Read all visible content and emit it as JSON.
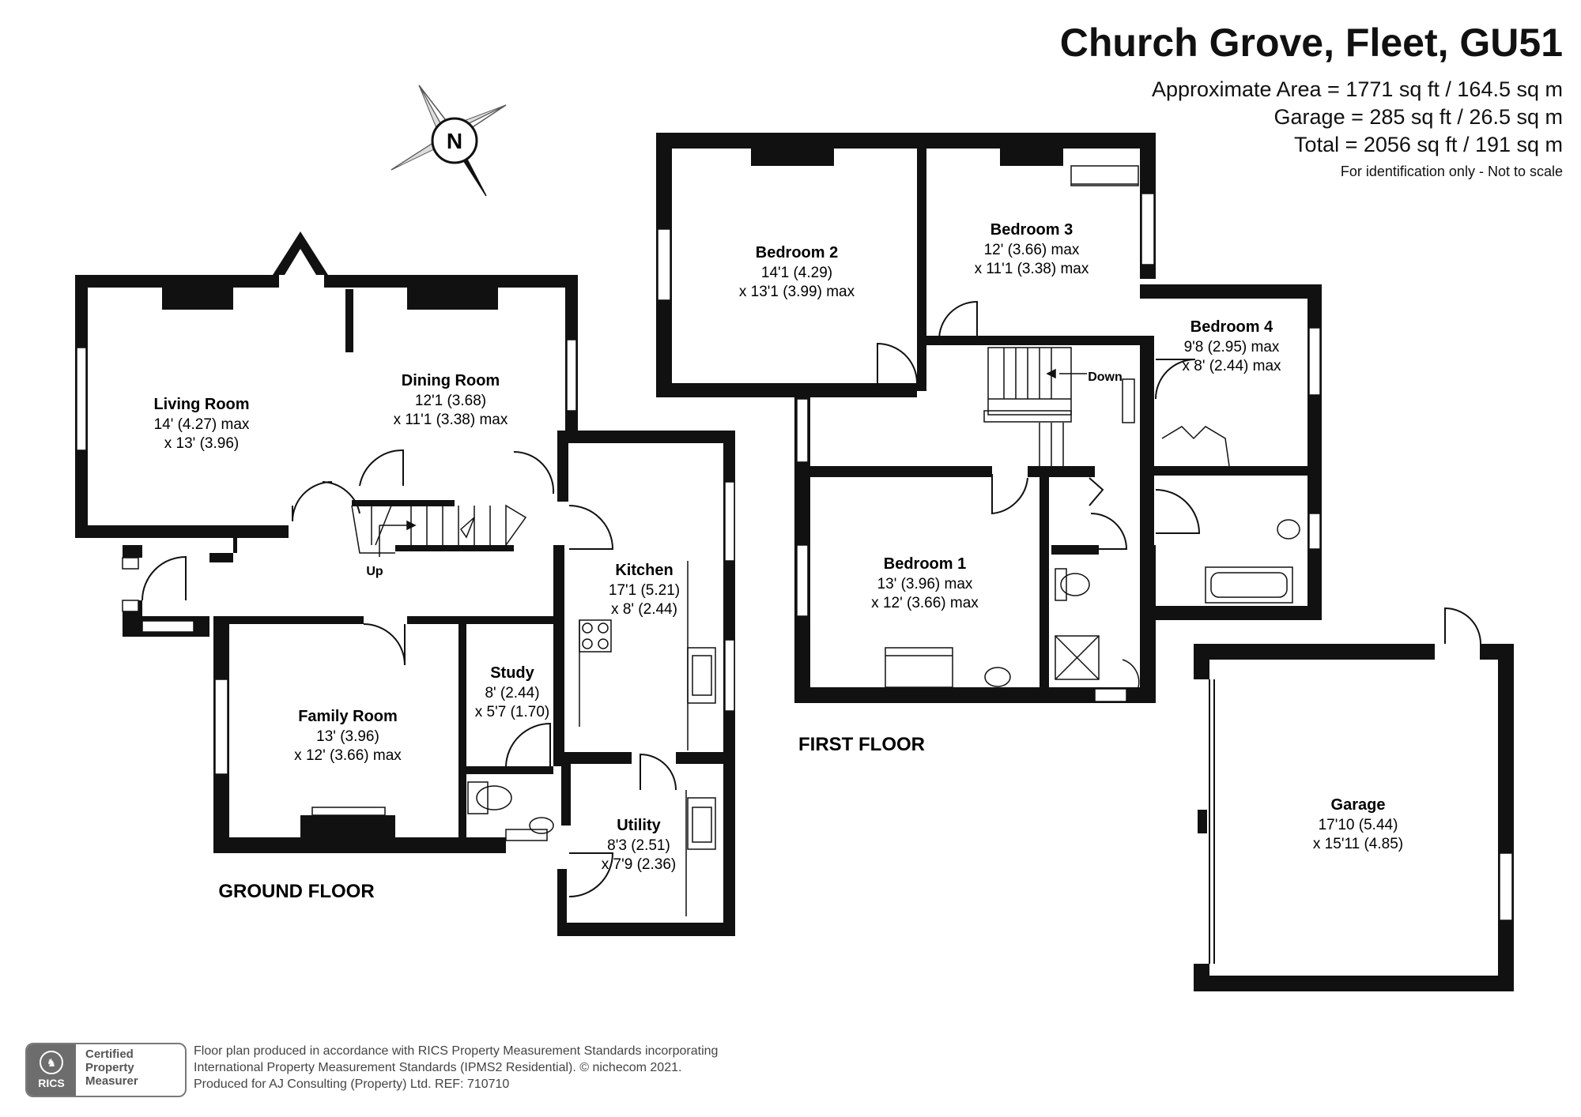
{
  "header": {
    "title": "Church Grove, Fleet, GU51",
    "approx_area": "Approximate Area = 1771 sq ft / 164.5 sq m",
    "garage_area": "Garage = 285 sq ft / 26.5 sq m",
    "total_area": "Total = 2056 sq ft / 191 sq m",
    "note": "For identification only - Not to scale"
  },
  "compass": {
    "label": "N"
  },
  "ground_floor": {
    "label": "GROUND FLOOR",
    "stairs_label": "Up",
    "rooms": {
      "living": {
        "name": "Living Room",
        "dim1": "14' (4.27) max",
        "dim2": "x 13' (3.96)"
      },
      "dining": {
        "name": "Dining Room",
        "dim1": "12'1 (3.68)",
        "dim2": "x 11'1 (3.38) max"
      },
      "kitchen": {
        "name": "Kitchen",
        "dim1": "17'1 (5.21)",
        "dim2": "x 8' (2.44)"
      },
      "family": {
        "name": "Family Room",
        "dim1": "13' (3.96)",
        "dim2": "x 12' (3.66) max"
      },
      "study": {
        "name": "Study",
        "dim1": "8' (2.44)",
        "dim2": "x 5'7 (1.70)"
      },
      "utility": {
        "name": "Utility",
        "dim1": "8'3 (2.51)",
        "dim2": "x 7'9 (2.36)"
      }
    }
  },
  "first_floor": {
    "label": "FIRST FLOOR",
    "stairs_label": "Down",
    "rooms": {
      "bed2": {
        "name": "Bedroom 2",
        "dim1": "14'1 (4.29)",
        "dim2": "x 13'1 (3.99) max"
      },
      "bed3": {
        "name": "Bedroom 3",
        "dim1": "12' (3.66) max",
        "dim2": "x 11'1 (3.38) max"
      },
      "bed4": {
        "name": "Bedroom 4",
        "dim1": "9'8 (2.95) max",
        "dim2": "x 8' (2.44) max"
      },
      "bed1": {
        "name": "Bedroom 1",
        "dim1": "13' (3.96) max",
        "dim2": "x 12' (3.66) max"
      }
    }
  },
  "garage": {
    "name": "Garage",
    "dim1": "17'10 (5.44)",
    "dim2": "x 15'11 (4.85)"
  },
  "footer": {
    "badge_org": "RICS",
    "badge_line1": "Certified",
    "badge_line2": "Property",
    "badge_line3": "Measurer",
    "line1": "Floor plan produced in accordance with RICS Property Measurement Standards incorporating",
    "line2": "International Property Measurement Standards (IPMS2 Residential).   ©  nichecom 2021.",
    "line3": "Produced for AJ Consulting (Property) Ltd.   REF:  710710"
  }
}
